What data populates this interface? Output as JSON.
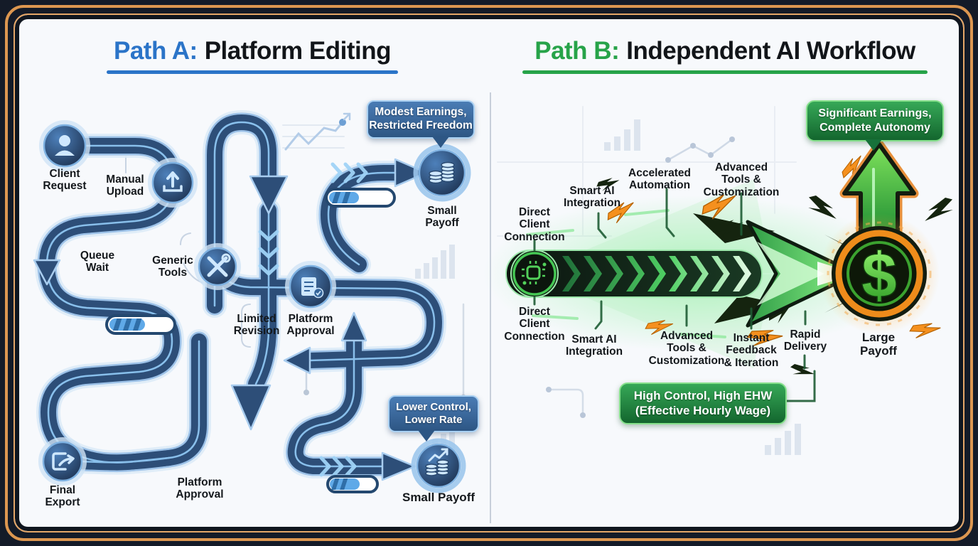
{
  "path_a": {
    "title_prefix": "Path A:",
    "title_rest": "Platform Editing",
    "accent": "#2b74c8",
    "nodes": {
      "client_request": "Client\nRequest",
      "manual_upload": "Manual\nUpload",
      "queue_wait": "Queue\nWait",
      "generic_tools": "Generic\nTools",
      "limited_revision": "Limited\nRevision",
      "platform_approval_mid": "Platform\nApproval",
      "small_payoff_top": "Small\nPayoff",
      "platform_approval_bottom": "Platform\nApproval",
      "final_export": "Final\nExport",
      "small_payoff_bottom": "Small Payoff"
    },
    "badges": {
      "top": "Modest Earnings,\nRestricted Freedom",
      "bottom": "Lower Control,\nLower Rate"
    },
    "icons": {
      "client_request": "person-icon",
      "manual_upload": "upload-icon",
      "generic_tools": "tools-icon",
      "platform_approval": "checklist-icon",
      "small_payoff_top": "coins-icon",
      "final_export": "export-icon",
      "small_payoff_bottom": "coins-chart-icon"
    }
  },
  "path_b": {
    "title_prefix": "Path B:",
    "title_rest": "Independent AI Workflow",
    "accent": "#27a349",
    "labels_top": {
      "direct_client": "Direct\nClient\nConnection",
      "smart_ai": "Smart AI\nIntegration",
      "accelerated": "Accelerated\nAutomation",
      "advanced_tools": "Advanced\nTools &\nCustomization"
    },
    "labels_bottom": {
      "direct_client": "Direct\nClient\nConnection",
      "smart_ai": "Smart AI\nIntegration",
      "advanced_tools": "Advanced\nTools &\nCustomization",
      "instant_feedback": "Instant\nFeedback\n& Iteration",
      "rapid_delivery": "Rapid\nDelivery",
      "large_payoff": "Large\nPayoff"
    },
    "badges": {
      "top": "Significant Earnings,\nComplete Autonomy",
      "bottom": "High Control, High EHW\n(Effective Hourly Wage)"
    },
    "dollar_symbol": "$",
    "icons": {
      "ai_hub": "ai-brain-icon",
      "large_payoff": "dollar-icon",
      "energy": "lightning-bolt-icon"
    }
  },
  "colors": {
    "frame_border": "#dd9750",
    "frame_bg": "#141b28",
    "road_blue": "#2d4e78",
    "badge_blue": "#2d5684",
    "badge_green": "#17713a",
    "bolt_orange": "#f5901e",
    "coin_ring": "#ee8c1b"
  }
}
